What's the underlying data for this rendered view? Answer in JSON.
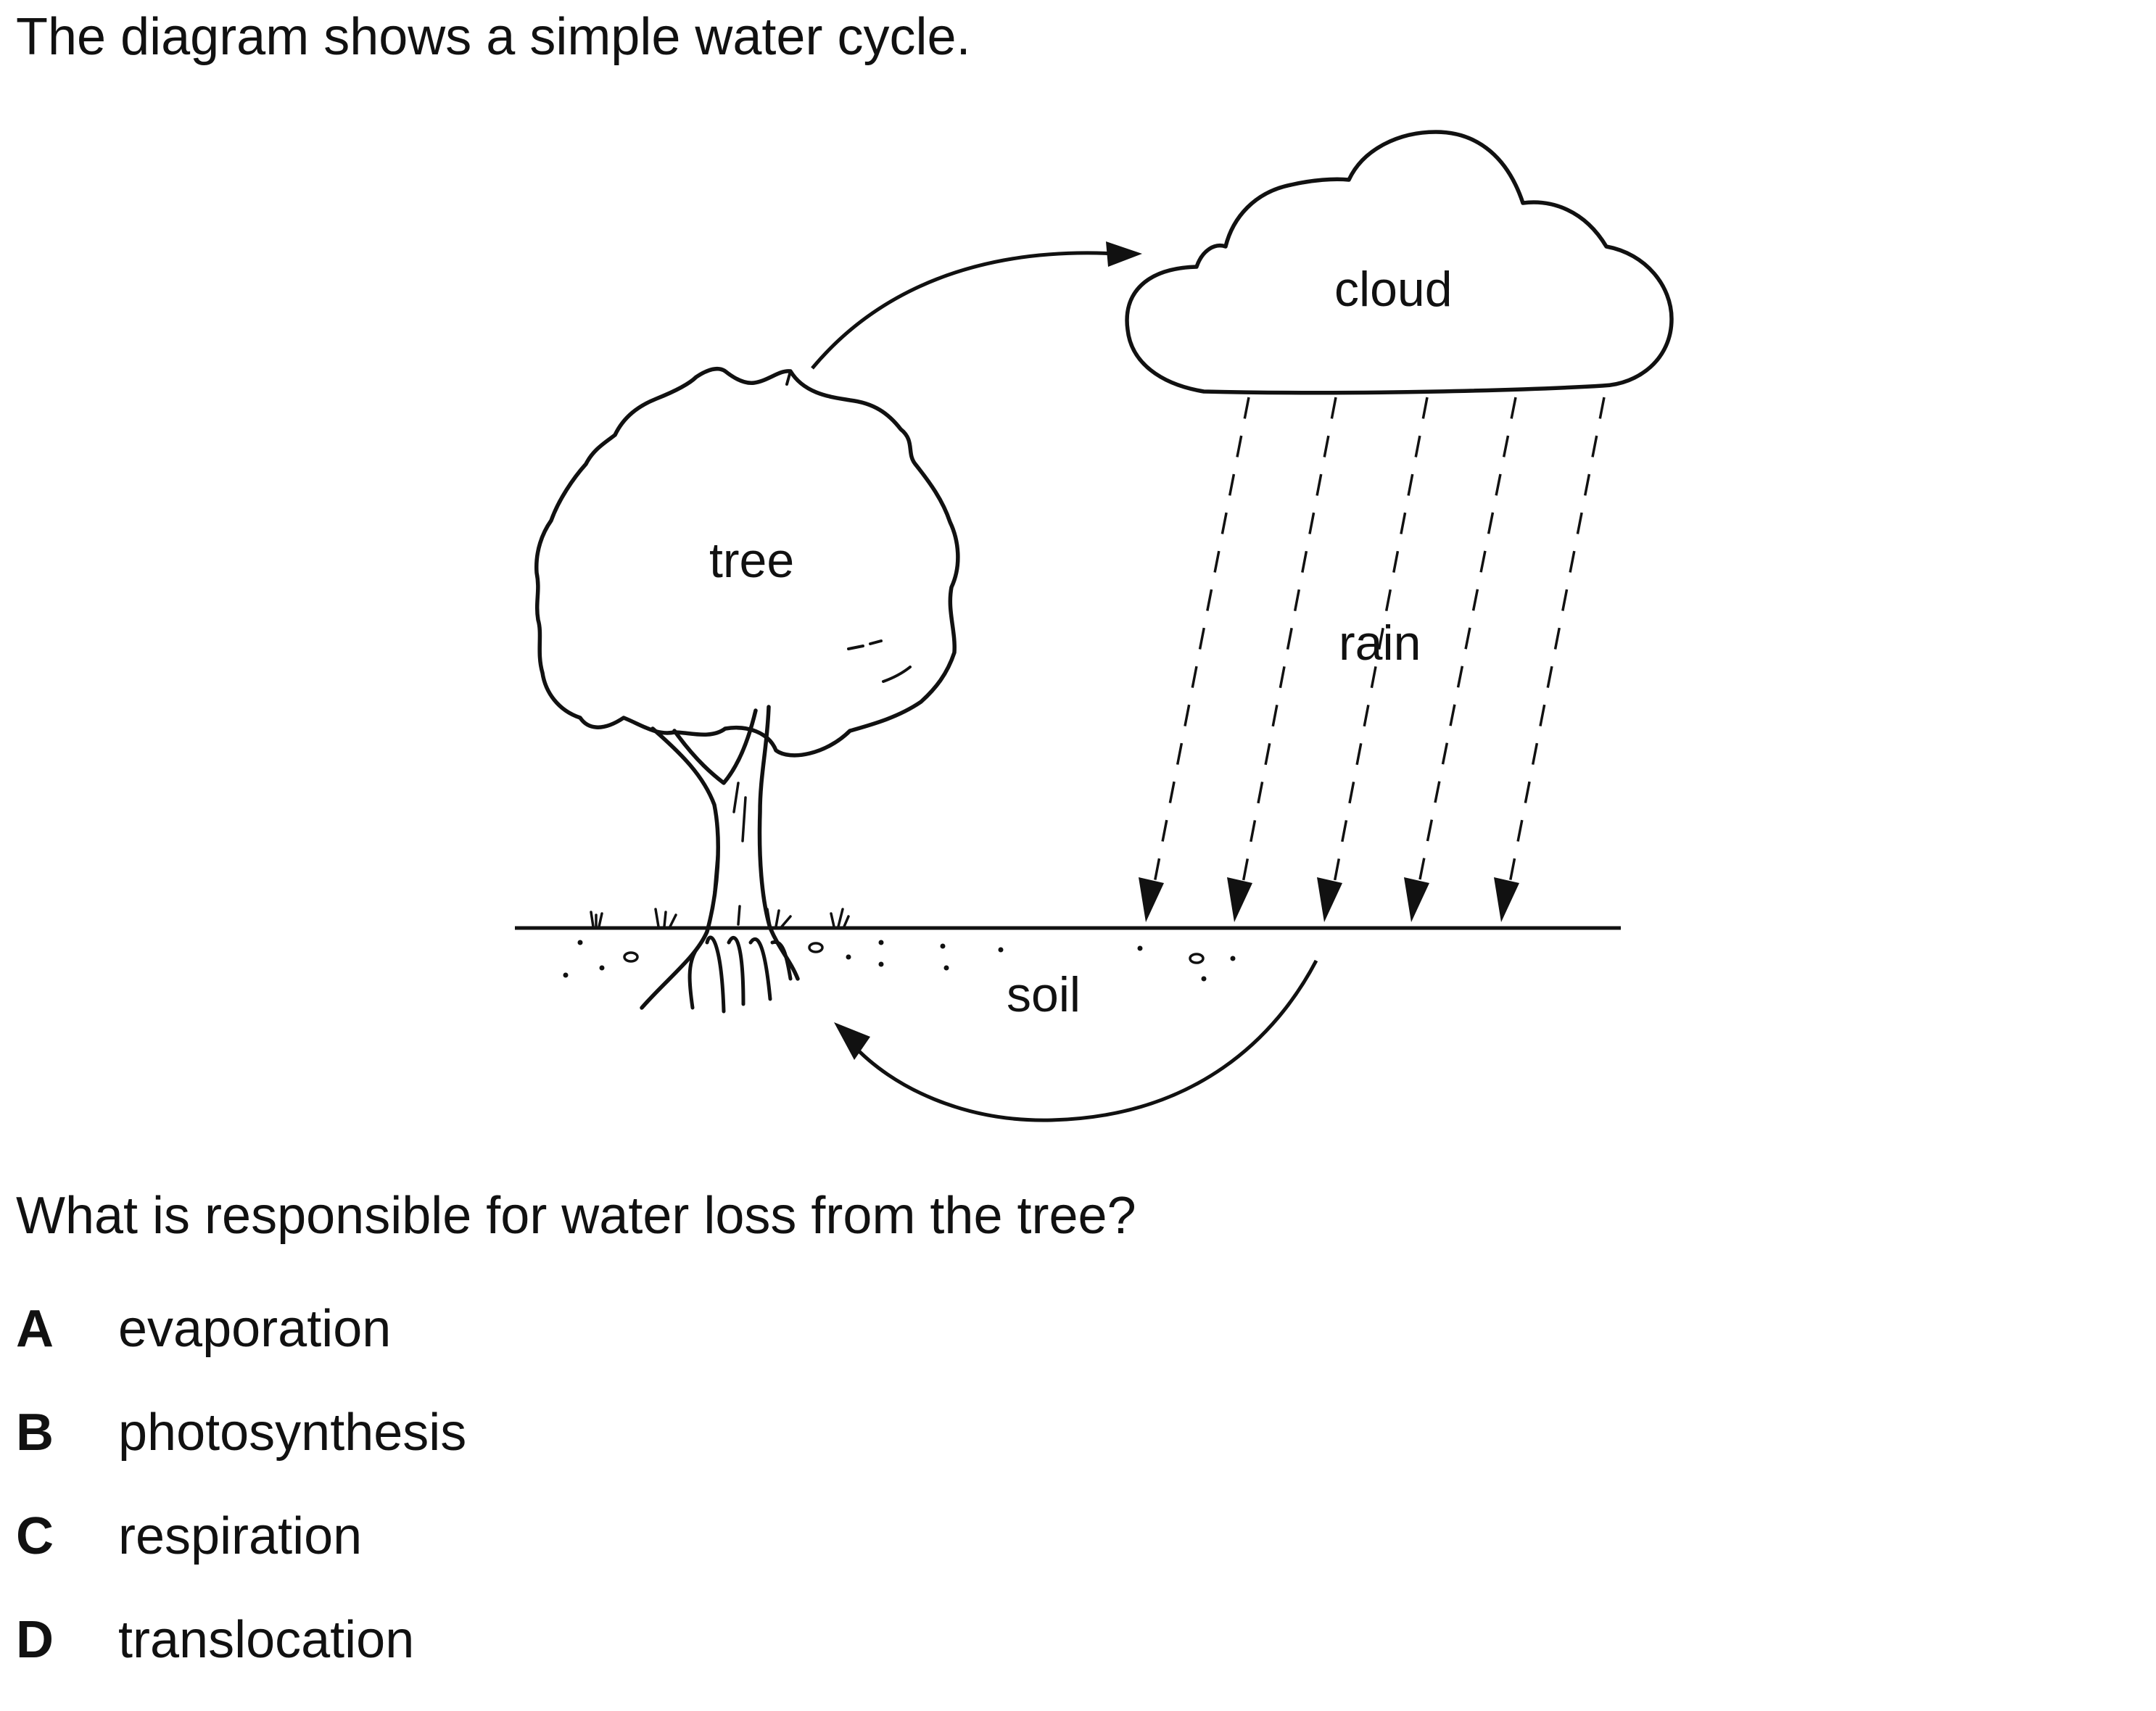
{
  "intro_text": "The diagram shows a simple water cycle.",
  "diagram": {
    "labels": {
      "tree": "tree",
      "cloud": "cloud",
      "rain": "rain",
      "soil": "soil"
    }
  },
  "question_text": "What is responsible for water loss from the tree?",
  "options": [
    {
      "letter": "A",
      "text": "evaporation"
    },
    {
      "letter": "B",
      "text": "photosynthesis"
    },
    {
      "letter": "C",
      "text": "respiration"
    },
    {
      "letter": "D",
      "text": "translocation"
    }
  ]
}
